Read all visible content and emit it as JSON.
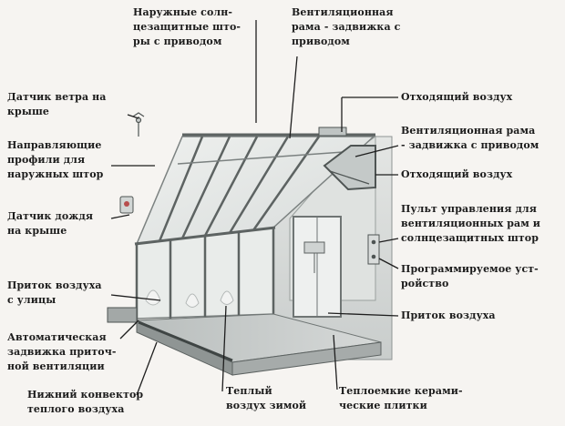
{
  "labels": {
    "sun_blinds": "Наружные солн-\nцезащитные што-\nры с приводом",
    "vent_frame_top": "Вентиляционная\nрама - задвижка с\nприводом",
    "wind_sensor": "Датчик ветра на\nкрыше",
    "guide_profiles": "Направляющие\nпрофили для\nнаружных штор",
    "rain_sensor": "Датчик дождя\nна крыше",
    "air_intake_street": "Приток воздуха\nс улицы",
    "auto_damper": "Автоматическая\nзадвижка приточ-\nной вентиляции",
    "lower_convector": "Нижний конвектор\nтеплого воздуха",
    "warm_air_winter": "Теплый\nвоздух зимой",
    "ceramic_tiles": "Теплоемкие керами-\nческие плитки",
    "exhaust_air_1": "Отходящий воздух",
    "vent_frame_right": "Вентиляционная рама\n- задвижка с приводом",
    "exhaust_air_2": "Отходящий воздух",
    "control_panel": "Пульт управления для\nвентиляционных рам и\nсолнцезащитных штор",
    "programmable_device": "Программируемое уст-\nройство",
    "air_intake": "Приток воздуха"
  }
}
